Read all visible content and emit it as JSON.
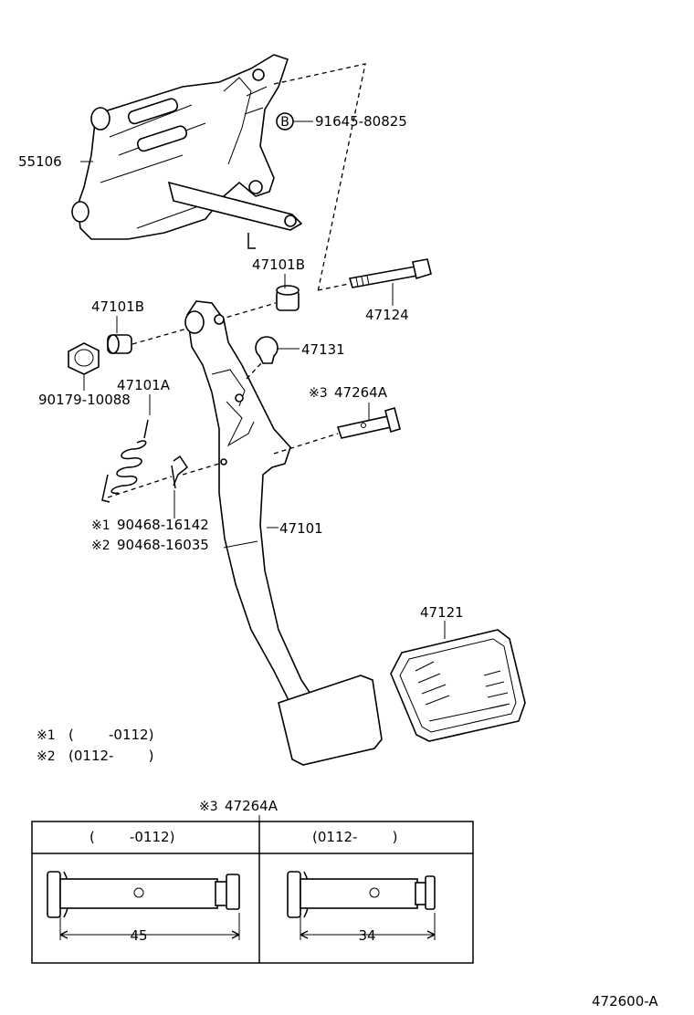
{
  "callouts": {
    "bracket": "55106",
    "bolt_code": "91645-80825",
    "bolt_marker": "B",
    "bushing_right": "47101B",
    "bolt": "47124",
    "bushing_left": "47101B",
    "pad_cushion": "47131",
    "nut": "90179-10088",
    "spring": "47101A",
    "pin_mark": "※3",
    "pin": "47264A",
    "clip1_mark": "※1",
    "clip1": "90468-16142",
    "clip2_mark": "※2",
    "clip2": "90468-16035",
    "pedal_arm": "47101",
    "pedal_pad": "47121"
  },
  "notes": {
    "note1_mark": "※1",
    "note1_range": "(        -0112)",
    "note2_mark": "※2",
    "note2_range": "(0112-        )"
  },
  "detail": {
    "title_mark": "※3",
    "title": "47264A",
    "left_header": "(        -0112)",
    "right_header": "(0112-        )",
    "left_dim": "45",
    "right_dim": "34"
  },
  "footer": {
    "diagram_code": "472600-A"
  }
}
